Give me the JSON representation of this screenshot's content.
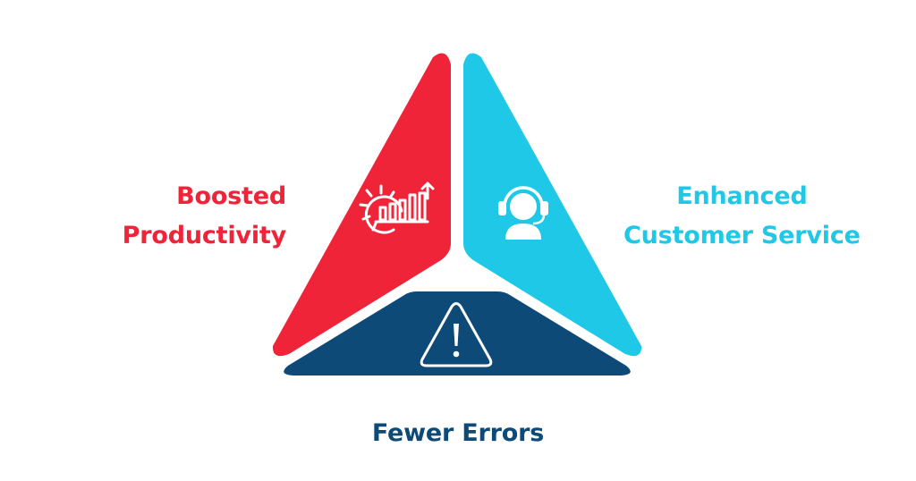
{
  "segments": [
    {
      "id": "productivity",
      "label_lines": [
        "Boosted",
        "Productivity"
      ],
      "color": "#f02438",
      "icon": "gear-growth-chart-icon"
    },
    {
      "id": "customer-service",
      "label_lines": [
        "Enhanced",
        "Customer Service"
      ],
      "color": "#1fc8e6",
      "icon": "headset-agent-icon"
    },
    {
      "id": "errors",
      "label_lines": [
        "Fewer Errors"
      ],
      "color": "#0d4a78",
      "icon": "warning-triangle-icon"
    }
  ]
}
